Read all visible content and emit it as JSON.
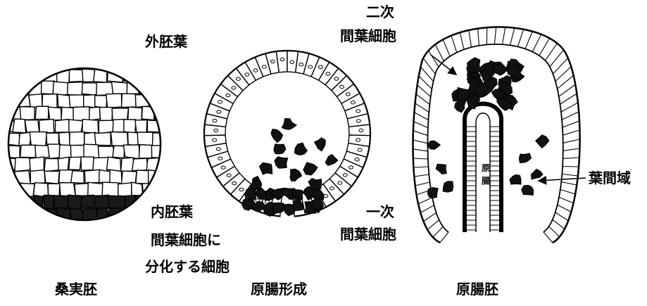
{
  "labels": {
    "ectoderm": "外胚葉",
    "endoderm": "内胚葉",
    "mesenchyme_line1": "間葉細胞に",
    "mesenchyme_line2": "分化する細胞",
    "secondary_line1": "二次",
    "secondary_line2": "間葉細胞",
    "primary_line1": "一次",
    "primary_line2": "間葉細胞",
    "archenteron_char1": "原",
    "archenteron_char2": "腸",
    "blastocoel": "葉間域"
  },
  "captions": {
    "morula": "桑実胚",
    "gastrulation": "原腸形成",
    "gastrula": "原腸胚"
  }
}
